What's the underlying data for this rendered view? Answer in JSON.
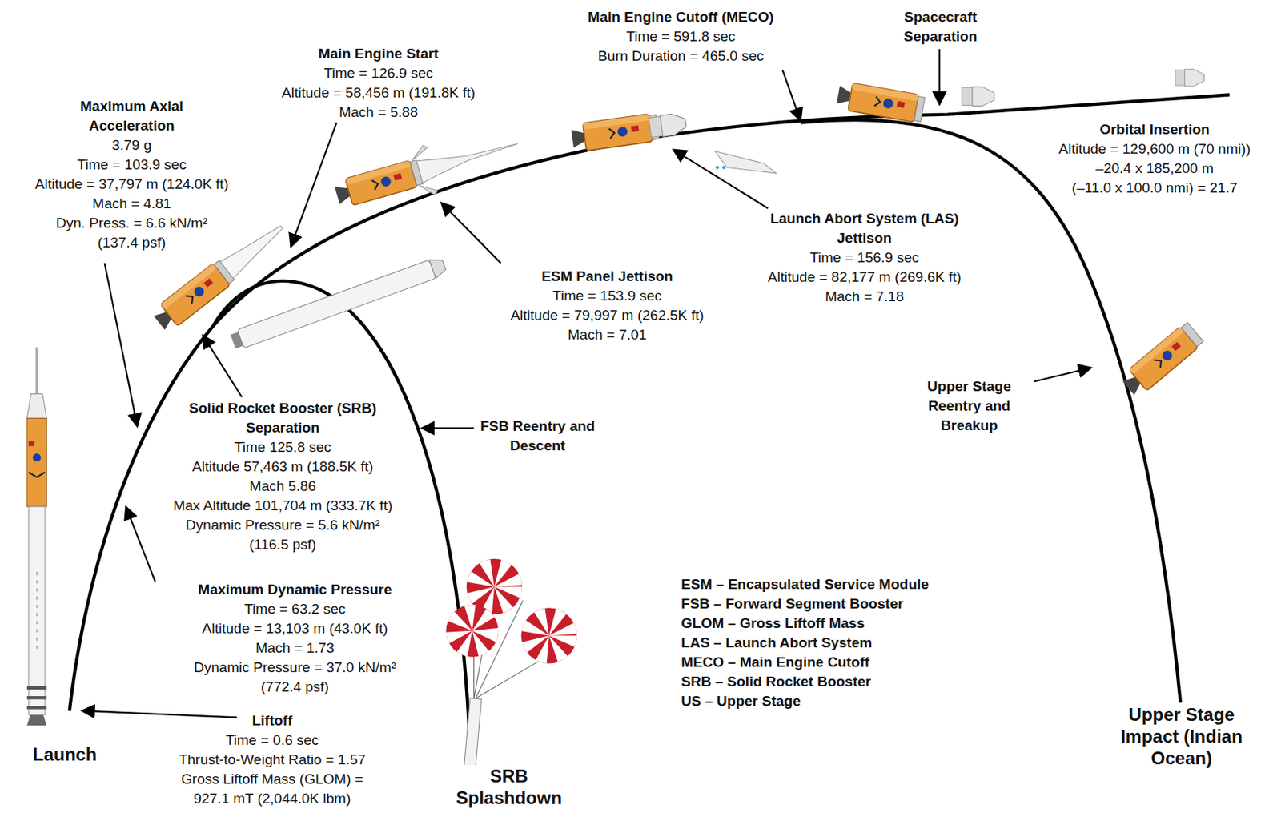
{
  "diagram": {
    "labels": [
      "Maximum Axial Acceleration",
      "3.79 g",
      "Time = 103.9 sec",
      "Altitude = 37,797 m (124.0K ft)",
      "Mach = 4.81",
      "Dyn. Press. = 6.6 kN/m²",
      "(137.4 psf)",
      "Main Engine Start",
      "Time = 126.9 sec",
      "Altitude = 58,456 m (191.8K ft)",
      "Mach = 5.88",
      "Main Engine Cutoff (MECO)",
      "Time = 591.8 sec",
      "Burn Duration = 465.0 sec",
      "Spacecraft Separation",
      "Orbital Insertion",
      "Altitude = 129,600 m (70 nmi))",
      "–20.4 x 185,200 m",
      "(–11.0 x 100.0 nmi) = 21.7",
      "Launch Abort System (LAS) Jettison",
      "Time = 156.9 sec",
      "Altitude = 82,177 m (269.6K ft)",
      "Mach = 7.18",
      "ESM Panel Jettison",
      "Time = 153.9 sec",
      "Altitude = 79,997 m (262.5K ft)",
      "Mach = 7.01",
      "Solid Rocket Booster (SRB) Separation",
      "Time 125.8 sec",
      "Altitude 57,463 m (188.5K ft)",
      "Mach 5.86",
      "Max Altitude 101,704 m (333.7K ft)",
      "Dynamic Pressure = 5.6 kN/m²",
      "(116.5 psf)",
      "FSB Reentry and Descent",
      "Maximum Dynamic Pressure",
      "Time = 63.2 sec",
      "Altitude = 13,103 m (43.0K ft)",
      "Mach = 1.73",
      "Dynamic Pressure = 37.0 kN/m²",
      "(772.4 psf)",
      "Liftoff",
      "Time = 0.6 sec",
      "Thrust-to-Weight Ratio = 1.57",
      "Gross Liftoff Mass (GLOM) =",
      "927.1 mT (2,044.0K lbm)",
      "Launch",
      "SRB Splashdown",
      "Upper Stage Reentry and Breakup",
      "Upper Stage Impact (Indian Ocean)",
      "ESM – Encapsulated Service Module",
      "FSB – Forward Segment Booster",
      "GLOM – Gross Liftoff Mass",
      "LAS – Launch Abort System",
      "MECO – Main Engine Cutoff",
      "SRB – Solid Rocket Booster",
      "US – Upper Stage"
    ]
  }
}
